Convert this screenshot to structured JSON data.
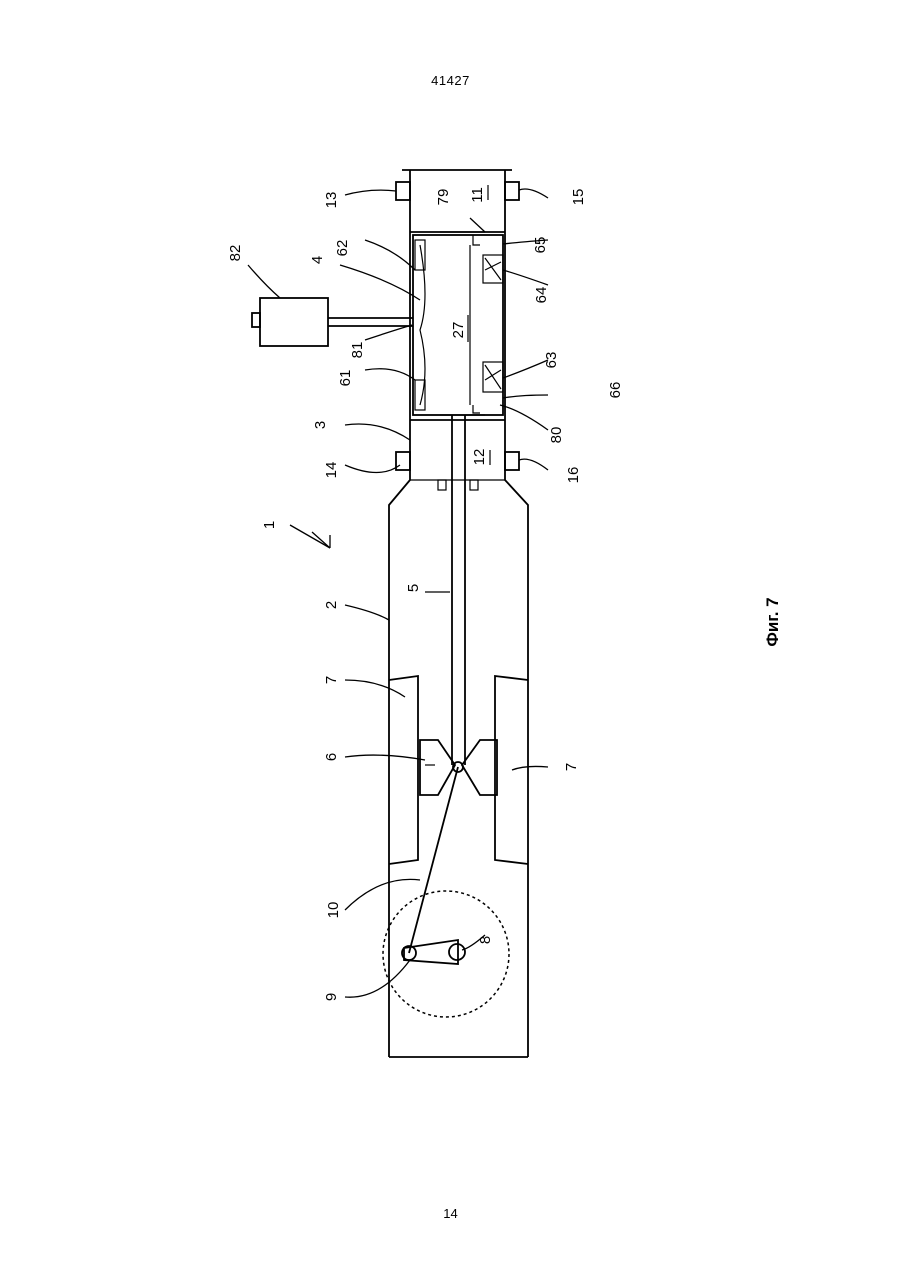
{
  "header": {
    "doc_number": "41427"
  },
  "footer": {
    "page_number": "14"
  },
  "figure": {
    "caption": "Фиг. 7",
    "labels": {
      "l1": "1",
      "l2": "2",
      "l3": "3",
      "l4": "4",
      "l5": "5",
      "l6": "6",
      "l7a": "7",
      "l7b": "7",
      "l8": "8",
      "l9": "9",
      "l10": "10",
      "l11": "11",
      "l12": "12",
      "l13": "13",
      "l14": "14",
      "l15": "15",
      "l16": "16",
      "l27": "27",
      "l61": "61",
      "l62": "62",
      "l63": "63",
      "l64": "64",
      "l65": "65",
      "l66": "66",
      "l79": "79",
      "l80": "80",
      "l81": "81",
      "l82": "82"
    }
  }
}
